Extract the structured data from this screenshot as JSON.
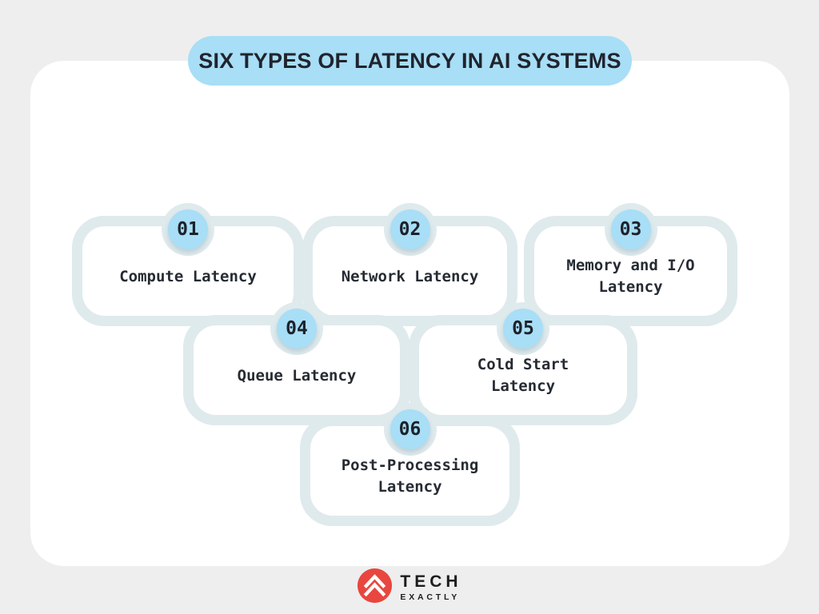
{
  "title": {
    "text": "SIX TYPES OF LATENCY IN AI SYSTEMS"
  },
  "colors": {
    "page_background": "#eeeeee",
    "card_background": "#ffffff",
    "box_outline": "#dfeaed",
    "accent_blue": "#a8def6",
    "text_ink": "#23272f",
    "logo_red": "#e8463e"
  },
  "boxes": [
    {
      "number": "01",
      "label": "Compute Latency"
    },
    {
      "number": "02",
      "label": "Network Latency"
    },
    {
      "number": "03",
      "label": "Memory and I/O\nLatency"
    },
    {
      "number": "04",
      "label": "Queue Latency"
    },
    {
      "number": "05",
      "label": "Cold Start\nLatency"
    },
    {
      "number": "06",
      "label": "Post-Processing\nLatency"
    }
  ],
  "logo": {
    "brand": "TECH",
    "brand_sub": "EXACTLY",
    "icon": "chevron-mountain-icon"
  }
}
